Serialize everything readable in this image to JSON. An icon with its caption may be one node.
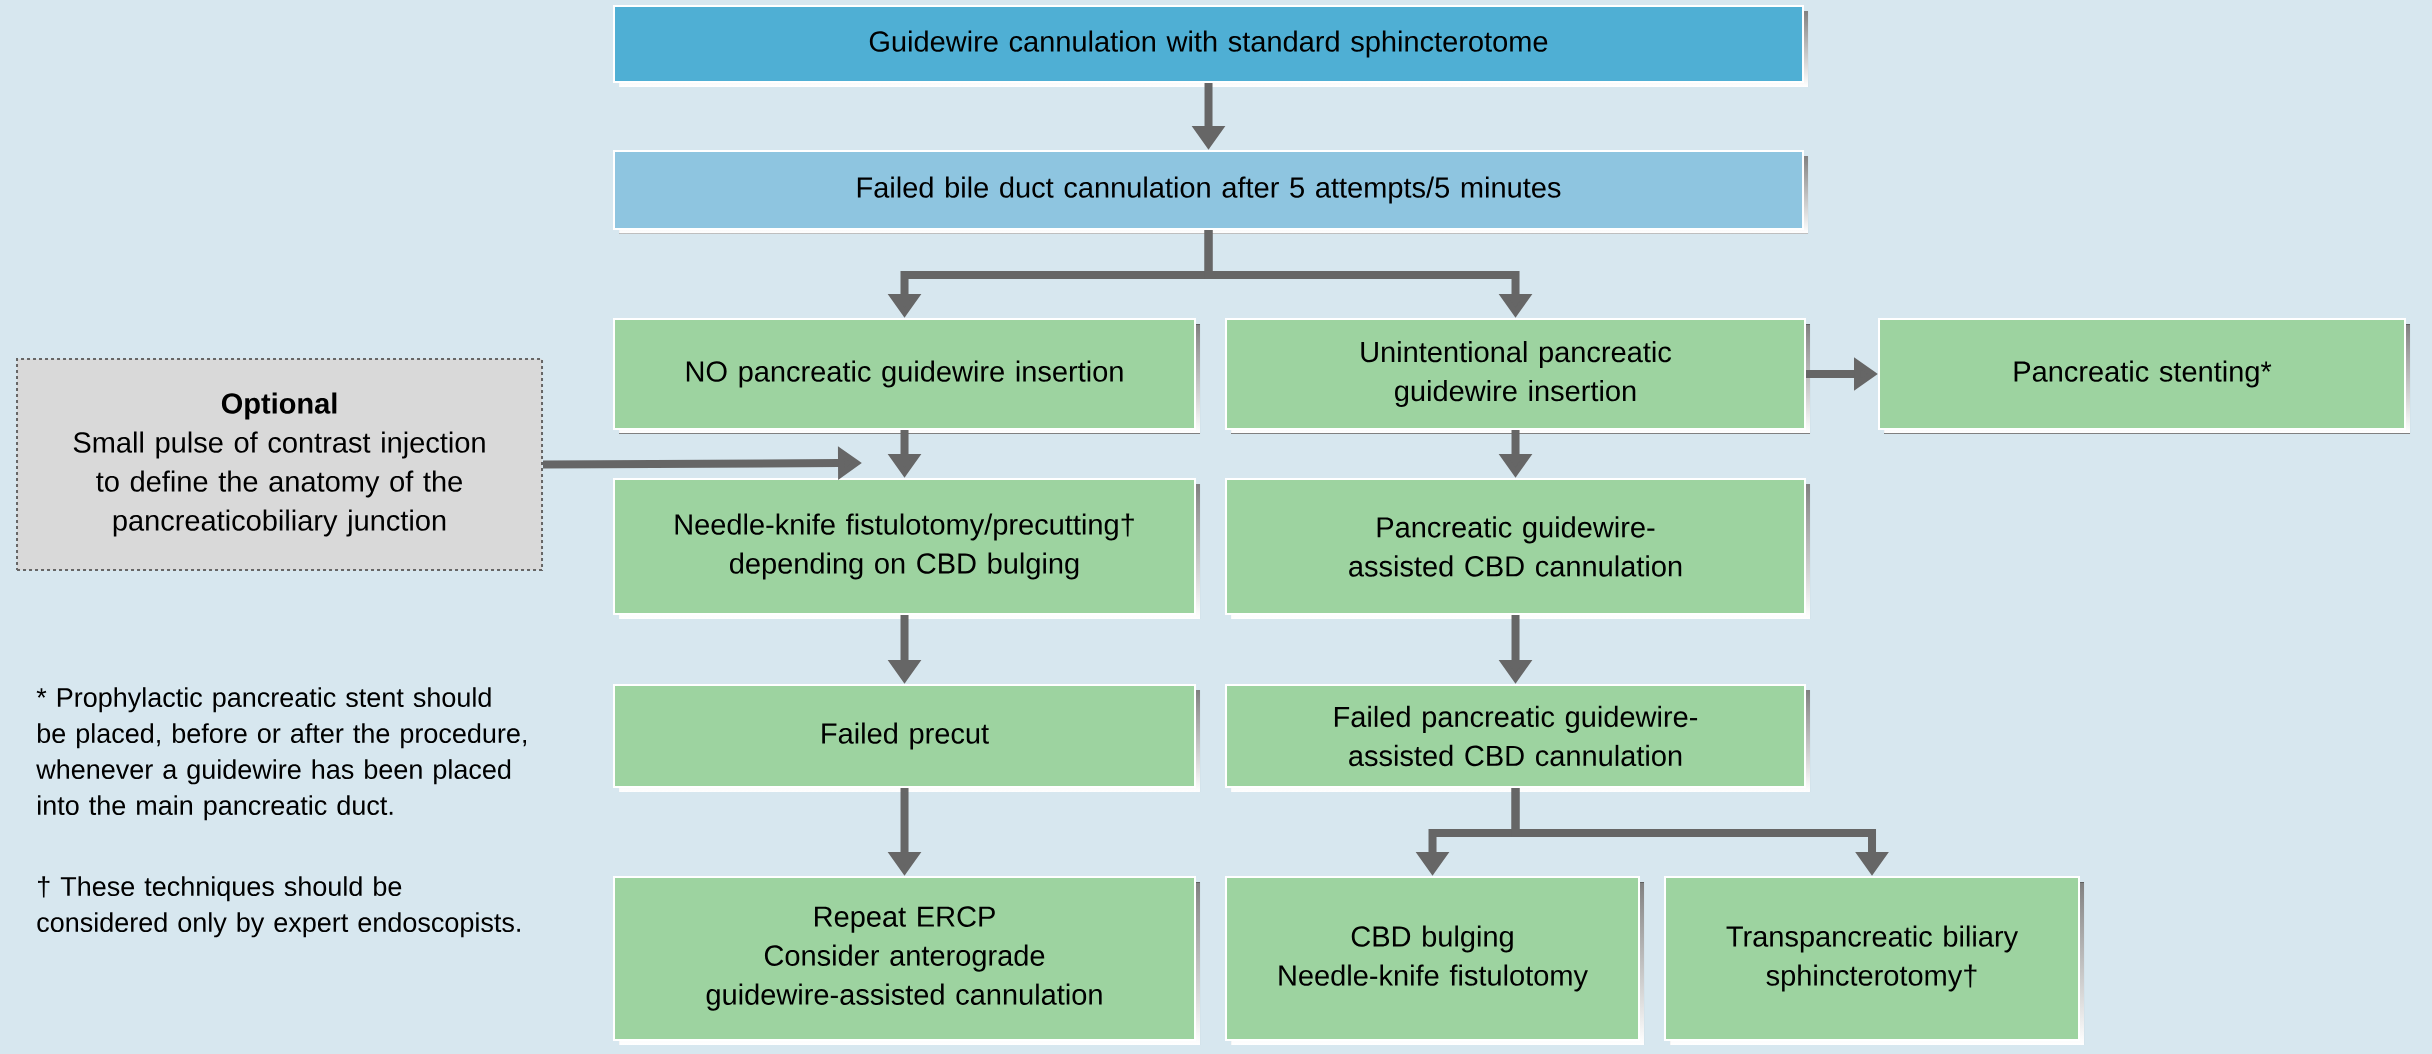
{
  "diagram": {
    "nodes": [
      {
        "text": [
          "Guidewire cannulation with standard sphincterotome"
        ]
      },
      {
        "text": [
          "Failed bile duct cannulation after 5 attempts/5 minutes"
        ]
      },
      {
        "text": [
          "NO pancreatic guidewire insertion"
        ]
      },
      {
        "text": [
          "Unintentional pancreatic guidewire insertion"
        ]
      },
      {
        "text": [
          "Pancreatic stenting*"
        ]
      },
      {
        "text": [
          "Optional",
          "Small pulse of contrast injection to define the anatomy of the pancreaticobiliary junction"
        ]
      },
      {
        "text": [
          "Needle-knife fistulotomy/precutting† depending on CBD bulging"
        ]
      },
      {
        "text": [
          "Pancreatic guidewire-assisted CBD cannulation"
        ]
      },
      {
        "text": [
          "Failed precut"
        ]
      },
      {
        "text": [
          "Failed pancreatic guidewire-assisted CBD cannulation"
        ]
      },
      {
        "text": [
          "Repeat ERCP",
          "Consider anterograde guidewire-assisted cannulation"
        ]
      },
      {
        "text": [
          "CBD bulging",
          "Needle-knife fistulotomy"
        ]
      },
      {
        "text": [
          "Transpancreatic biliary sphincterotomy†"
        ]
      }
    ],
    "edges": [
      {
        "from": 0,
        "to": 1,
        "arrow": "to"
      },
      {
        "from": 1,
        "to": 2,
        "arrow": "to"
      },
      {
        "from": 1,
        "to": 3,
        "arrow": "to"
      },
      {
        "from": 3,
        "to": 4,
        "arrow": "to"
      },
      {
        "from": 2,
        "to": 6,
        "arrow": "to"
      },
      {
        "from": 5,
        "to": 6,
        "arrow": "to"
      },
      {
        "from": 3,
        "to": 7,
        "arrow": "to"
      },
      {
        "from": 6,
        "to": 8,
        "arrow": "to"
      },
      {
        "from": 7,
        "to": 9,
        "arrow": "to"
      },
      {
        "from": 8,
        "to": 10,
        "arrow": "to"
      },
      {
        "from": 9,
        "to": 11,
        "arrow": "to"
      },
      {
        "from": 9,
        "to": 12,
        "arrow": "to"
      }
    ],
    "labels": [
      "* Prophylactic pancreatic stent should be placed, before or after the procedure, whenever a guidewire has been placed into the main pancreatic duct.",
      "† These techniques should be considered only by expert endoscopists."
    ]
  }
}
